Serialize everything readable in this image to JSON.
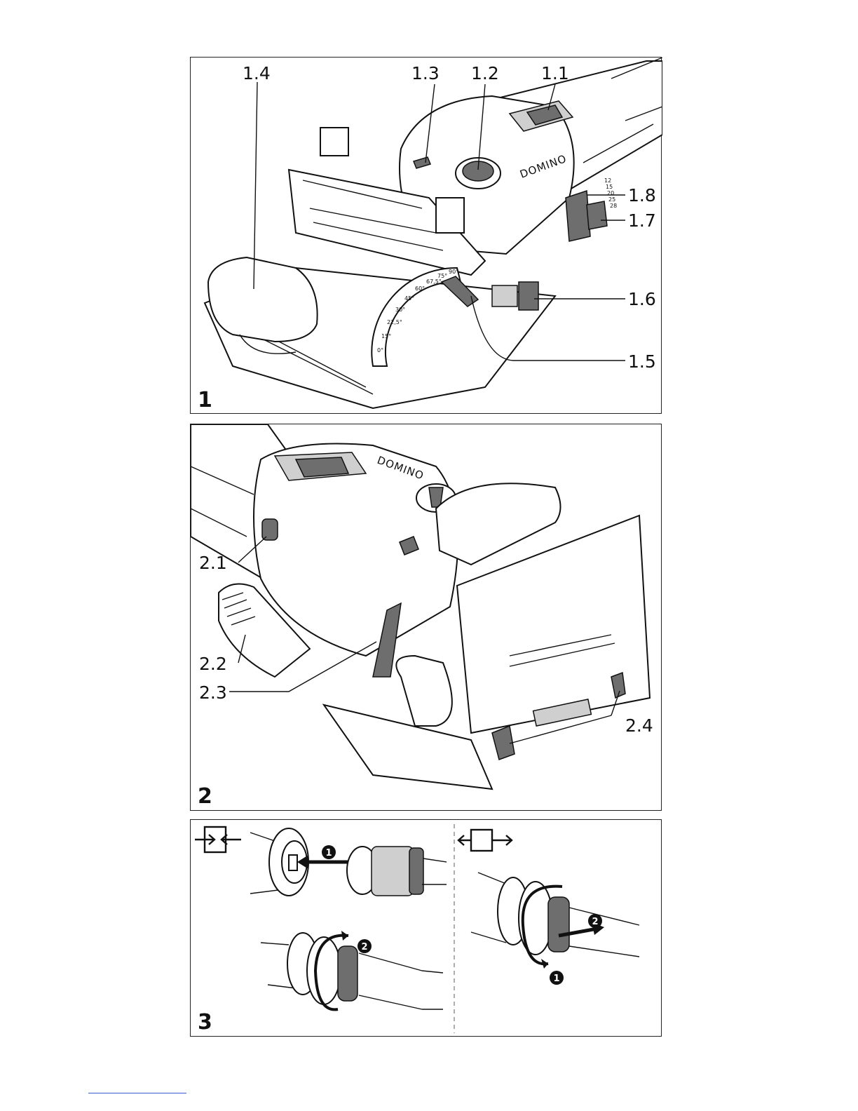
{
  "figure1": {
    "number": "1",
    "brand_label": "DOMINO",
    "callouts": [
      "1.1",
      "1.2",
      "1.3",
      "1.4",
      "1.5",
      "1.6",
      "1.7",
      "1.8"
    ],
    "depth_scale": [
      "12",
      "15",
      "20",
      "25",
      "28"
    ],
    "angle_scale": [
      "0°",
      "15°",
      "22,5°",
      "30°",
      "45°",
      "60°",
      "67,5°",
      "75°",
      "90°"
    ]
  },
  "figure2": {
    "number": "2",
    "brand_label": "DOMINO",
    "callouts": [
      "2.1",
      "2.2",
      "2.3",
      "2.4"
    ]
  },
  "figure3": {
    "number": "3",
    "connect_icon": "plug-connect-icon",
    "disconnect_icon": "plug-disconnect-icon",
    "step_markers": [
      "1",
      "2"
    ]
  }
}
